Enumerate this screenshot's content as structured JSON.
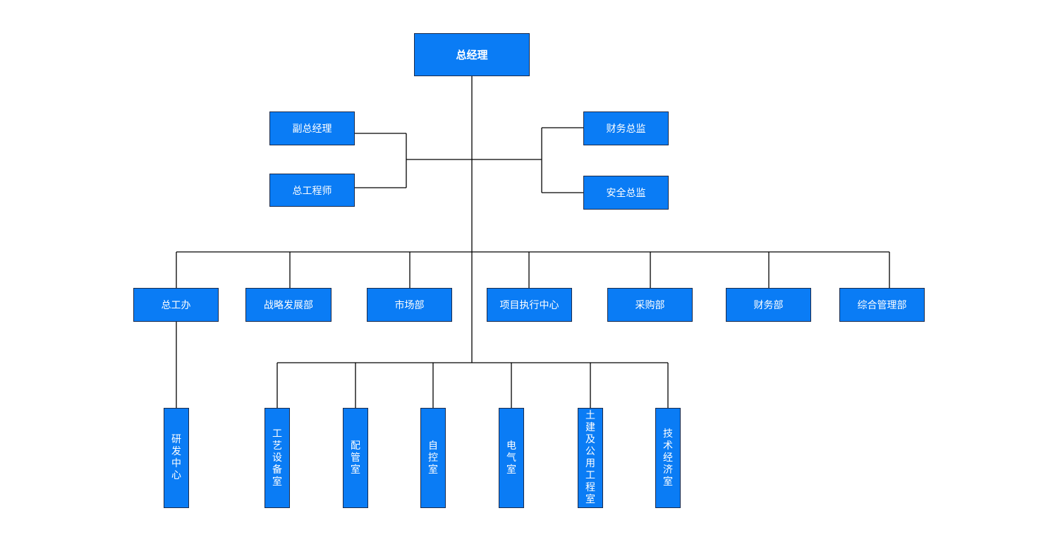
{
  "colors": {
    "box_fill": "#0a7cf5",
    "box_border": "#1b2a4a",
    "line": "#000000",
    "text": "#ffffff"
  },
  "org": {
    "ceo": "总经理",
    "deputy_gm": "副总经理",
    "chief_engineer": "总工程师",
    "finance_director": "财务总监",
    "safety_director": "安全总监",
    "departments": {
      "general_engineering_office": "总工办",
      "strategy_dev": "战略发展部",
      "marketing": "市场部",
      "project_execution_center": "项目执行中心",
      "procurement": "采购部",
      "finance": "财务部",
      "general_management": "综合管理部"
    },
    "rnd_center": "研发中心",
    "rooms": {
      "process_equipment": "工艺设备室",
      "piping": "配管室",
      "automation": "自控室",
      "electrical": "电气室",
      "civil_utilities": "土建及公用工程室",
      "tech_economics": "技术经济室"
    }
  }
}
